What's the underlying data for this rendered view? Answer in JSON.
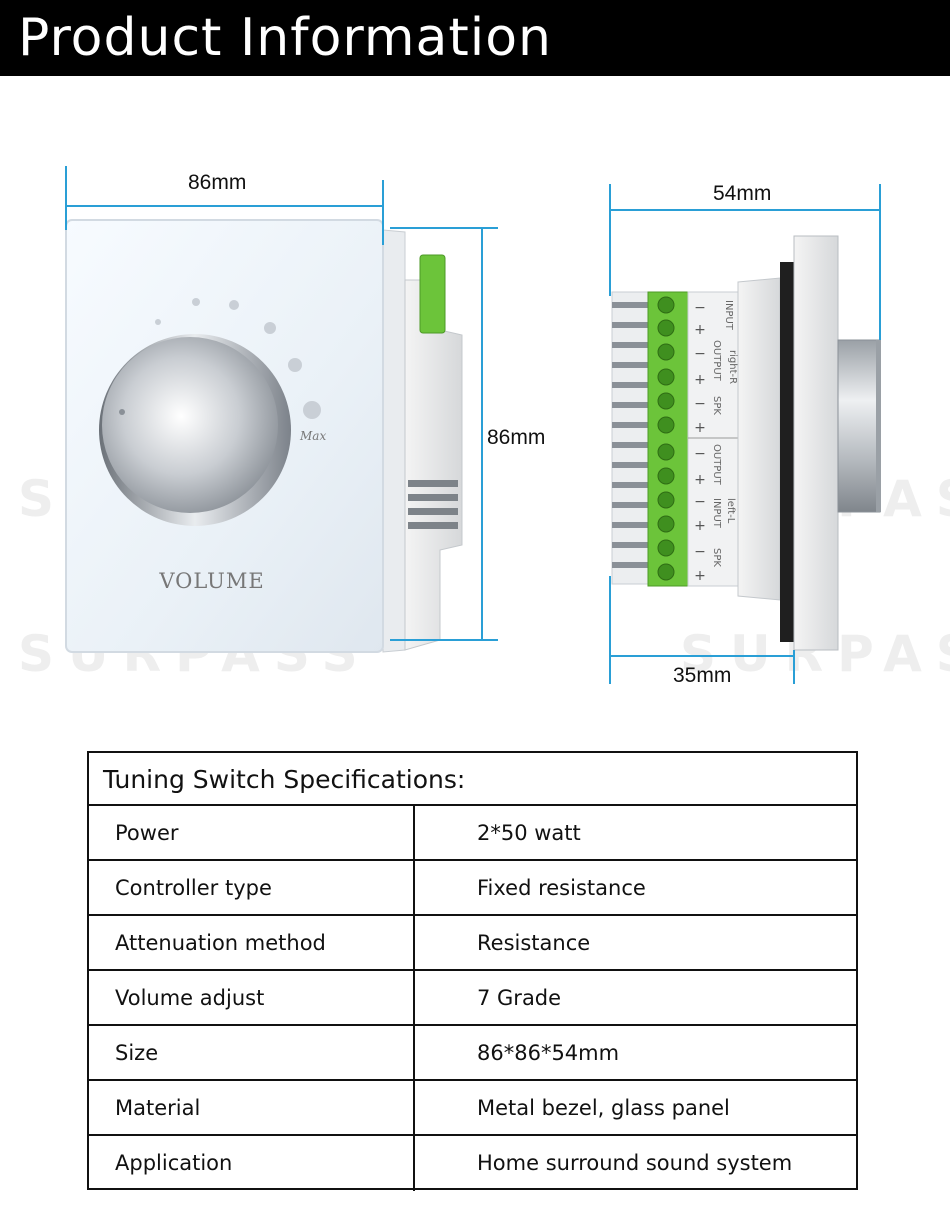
{
  "banner": {
    "title": "Product Information"
  },
  "watermark": {
    "text": "SURPASS"
  },
  "front_view": {
    "knob_label": "VOLUME",
    "max_label": "Max",
    "width_label": "86mm",
    "height_label": "86mm"
  },
  "side_view": {
    "depth_label": "54mm",
    "body_depth_label": "35mm",
    "terminal_labels": {
      "top_input": "INPUT",
      "top_output": "OUTPUT",
      "top_spk": "SPK",
      "right_channel": "right-R",
      "bottom_output": "OUTPUT",
      "bottom_input": "INPUT",
      "bottom_spk": "SPK",
      "left_channel": "left-L",
      "plus": "+",
      "minus": "−"
    }
  },
  "specs": {
    "title": "Tuning Switch Specifications:",
    "rows": [
      {
        "label": "Power",
        "value": "2*50 watt"
      },
      {
        "label": "Controller type",
        "value": "Fixed resistance"
      },
      {
        "label": "Attenuation method",
        "value": "Resistance"
      },
      {
        "label": "Volume adjust",
        "value": "7 Grade"
      },
      {
        "label": "Size",
        "value": "86*86*54mm"
      },
      {
        "label": "Material",
        "value": "Metal bezel, glass panel"
      },
      {
        "label": "Application",
        "value": "Home surround sound system"
      }
    ]
  },
  "colors": {
    "banner_bg": "#000000",
    "dimension_line": "#2a9fd6",
    "terminal_green": "#6cc43a",
    "panel_white": "#f2f6fa"
  }
}
